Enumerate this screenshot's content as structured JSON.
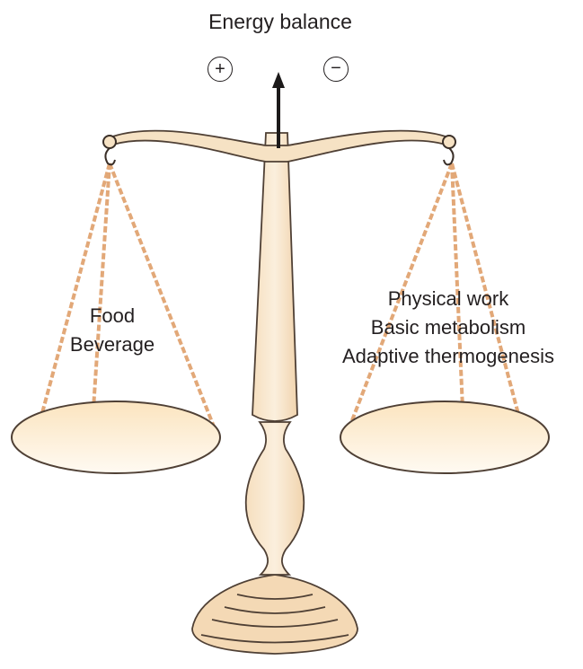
{
  "title": "Energy balance",
  "symbols": {
    "positive": "+",
    "negative": "−"
  },
  "left_pan": {
    "items": [
      "Food",
      "Beverage"
    ]
  },
  "right_pan": {
    "items": [
      "Physical work",
      "Basic metabolism",
      "Adaptive thermogenesis"
    ]
  },
  "colors": {
    "fill": "#f5deb9",
    "stroke": "#5b4a3c",
    "chain": "#e2a878",
    "text": "#231f20"
  }
}
